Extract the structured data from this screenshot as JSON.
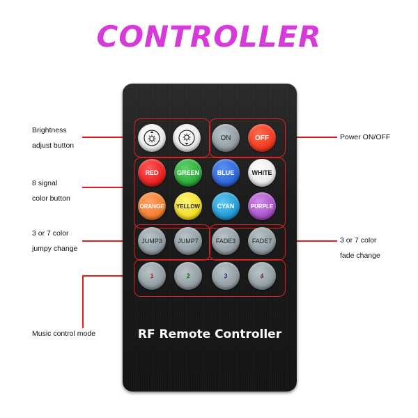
{
  "title": "CONTROLLER",
  "colors": {
    "title": "#d63ad8",
    "callout": "#e0201f"
  },
  "remote_label": "RF Remote Controller",
  "labels": {
    "brightness_1": "Brightness",
    "brightness_2": "adjust button",
    "signal_1": "8 signal",
    "signal_2": "color button",
    "jump_1": "3   or  7 color",
    "jump_2": "jumpy change",
    "music": "Music control mode",
    "power": "Power  ON/OFF",
    "fade_1": "3   or  7 color",
    "fade_2": "fade change"
  },
  "buttons": {
    "brightness_up_icon": "sun-up-icon",
    "brightness_down_icon": "sun-down-icon",
    "on": "ON",
    "off": "OFF",
    "red": "RED",
    "green": "GREEN",
    "blue": "BLUE",
    "white": "WHITE",
    "orange": "ORANGE",
    "yellow": "YELLOW",
    "cyan": "CYAN",
    "purple": "PURPLE",
    "jump3": "JUMP3",
    "jump7": "JUMP7",
    "fade3": "FADE3",
    "fade7": "FADE7",
    "music_1": "1",
    "music_2": "2",
    "music_3": "3",
    "music_4": "4"
  }
}
